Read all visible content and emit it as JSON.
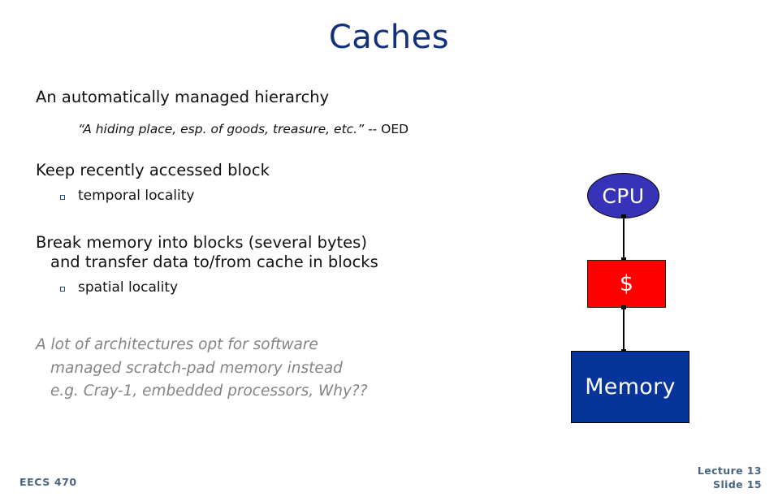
{
  "slide": {
    "title": "Caches",
    "title_color": "#12317d",
    "background": "#ffffff"
  },
  "content": {
    "heading_hierarchy": "An automatically managed hierarchy",
    "quote": {
      "text": "“A hiding place, esp. of goods, treasure, etc.”",
      "source": " -- OED"
    },
    "point_keep": "Keep recently accessed block",
    "bullet_temporal": "temporal locality",
    "point_break_line1": "Break memory into blocks (several bytes)",
    "point_break_line2": "and transfer data to/from cache in blocks",
    "bullet_spatial": "spatial locality",
    "note": {
      "line1": "A lot of architectures opt for software",
      "line2": "managed scratch-pad memory instead",
      "line3": "e.g. Cray-1, embedded processors,  Why??",
      "color": "#848484"
    }
  },
  "diagram": {
    "cpu_label": "CPU",
    "cpu_color": "#3633b8",
    "cache_label": "$",
    "cache_color": "#fe0000",
    "memory_label": "Memory",
    "memory_color": "#06349a",
    "connector_color": "#000000"
  },
  "footer": {
    "course": "EECS  470",
    "lecture": "Lecture 13",
    "slide_number": "Slide 15",
    "color": "#4a6582"
  }
}
